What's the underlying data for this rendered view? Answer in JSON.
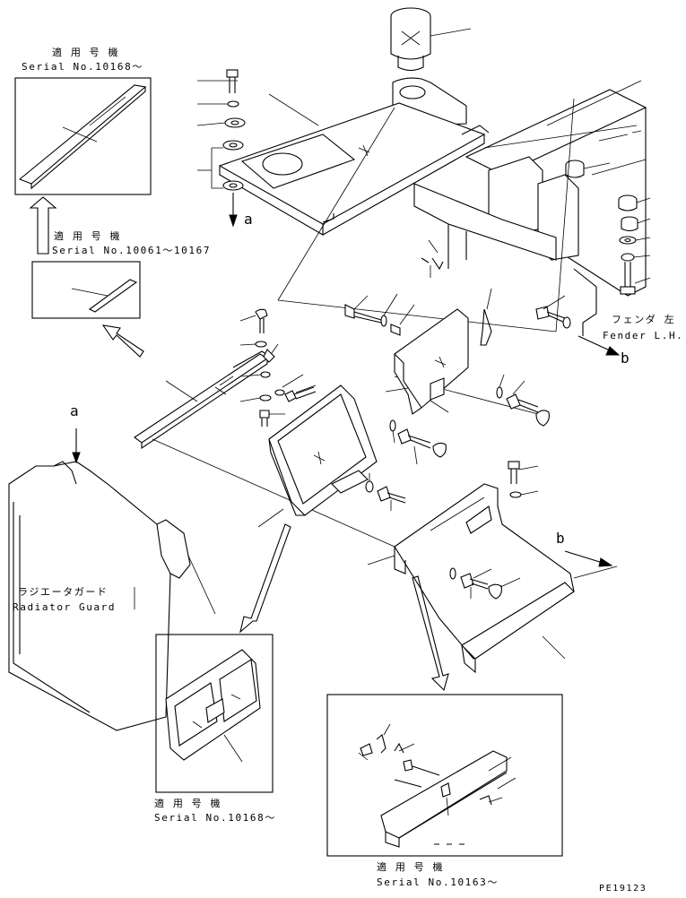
{
  "labels": {
    "serial_top_jp": "適 用 号 機",
    "serial_top_en": "Serial No.10168～",
    "serial_mid_jp": "適 用 号 機",
    "serial_mid_en": "Serial No.10061～10167",
    "serial_bl_jp": "適 用 号 機",
    "serial_bl_en": "Serial No.10168～",
    "serial_br_jp": "適 用 号 機",
    "serial_br_en": "Serial No.10163～",
    "fender_jp": "フェンダ 左",
    "fender_en": "Fender L.H.",
    "radiator_jp": "ラジエータガード",
    "radiator_en": "Radiator Guard",
    "ref_a_top": "a",
    "ref_a_left": "a",
    "ref_b_right": "b",
    "ref_b_lower": "b",
    "drawing_no": "PE19123"
  }
}
